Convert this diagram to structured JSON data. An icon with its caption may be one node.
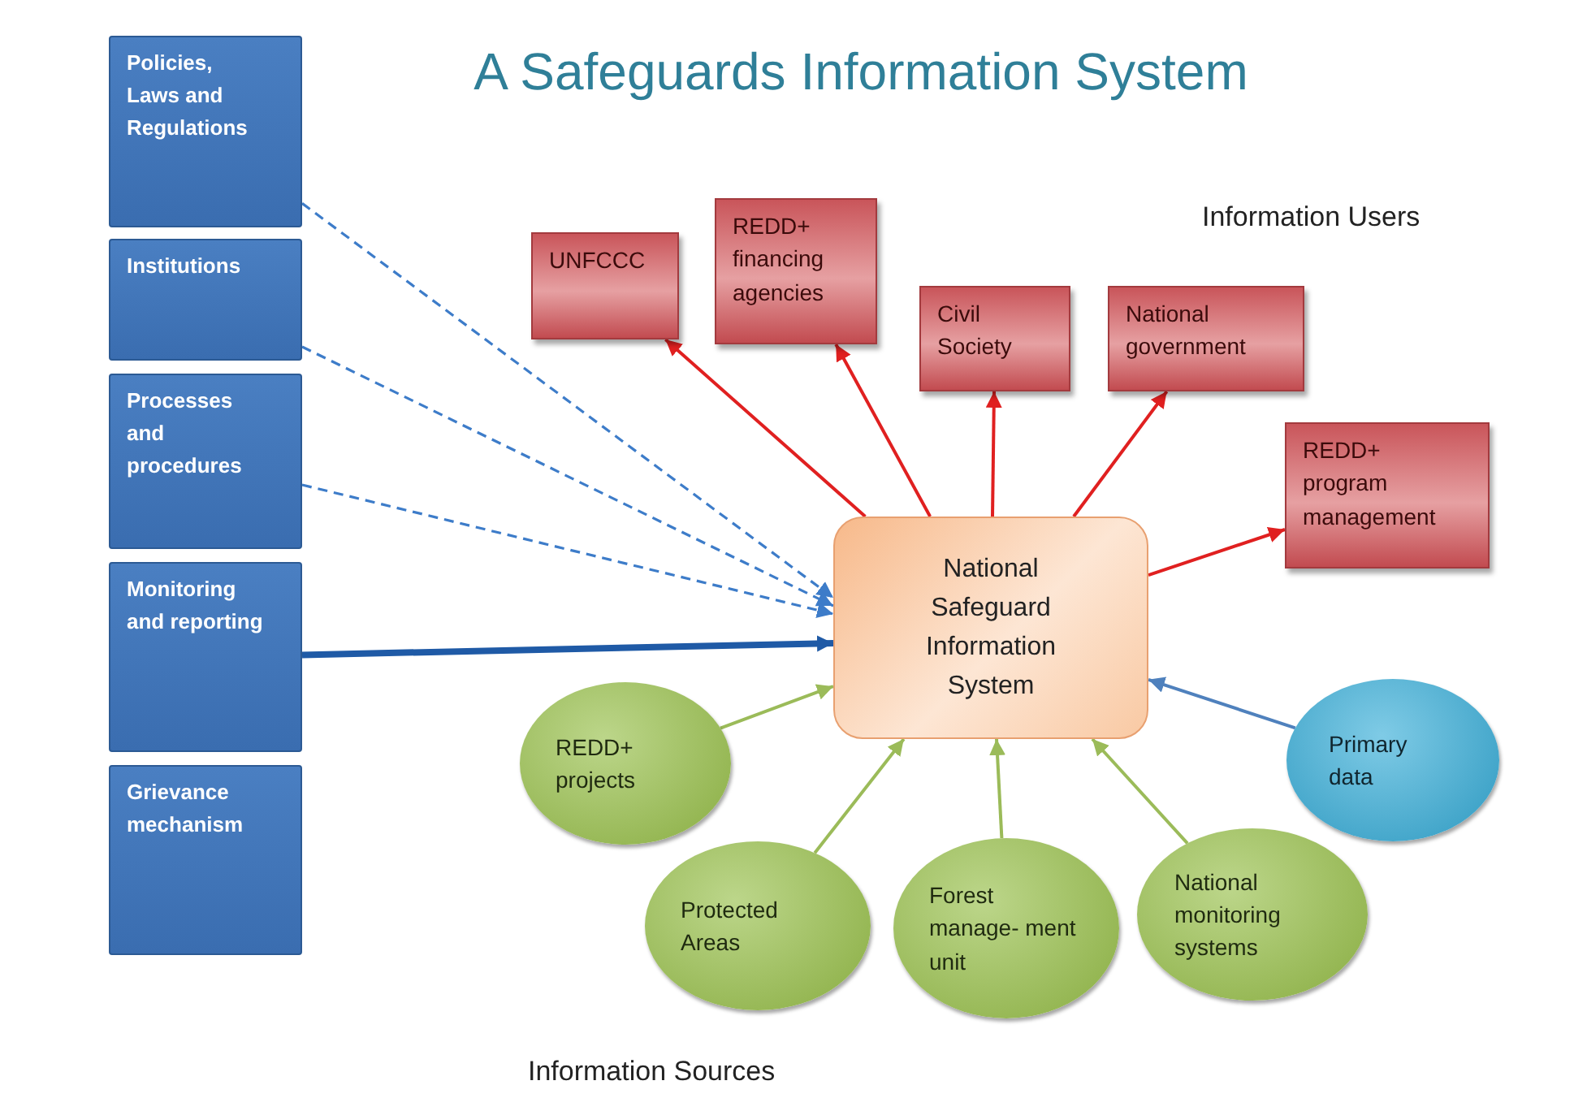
{
  "diagram": {
    "title": "A Safeguards Information System",
    "nodes": [
      {
        "text": [
          "Policies, Laws and Regulations"
        ]
      },
      {
        "text": [
          "Institutions"
        ]
      },
      {
        "text": [
          "Processes and procedures"
        ]
      },
      {
        "text": [
          "Monitoring and reporting"
        ]
      },
      {
        "text": [
          "Grievance mechanism"
        ]
      },
      {
        "text": [
          "National Safeguard Information System"
        ]
      },
      {
        "text": [
          "UNFCCC"
        ]
      },
      {
        "text": [
          "REDD+ financing agencies"
        ]
      },
      {
        "text": [
          "Civil Society"
        ]
      },
      {
        "text": [
          "National government"
        ]
      },
      {
        "text": [
          "REDD+ program management"
        ]
      },
      {
        "text": [
          "REDD+ projects"
        ]
      },
      {
        "text": [
          "Primary data"
        ]
      },
      {
        "text": [
          "Protected Areas"
        ]
      },
      {
        "text": [
          "Forest manage- ment unit"
        ]
      },
      {
        "text": [
          "National monitoring systems"
        ]
      }
    ],
    "edges": [
      {
        "from": 0,
        "to": 5,
        "arrow": "to",
        "style": "dashed",
        "color": "#3d7cc9"
      },
      {
        "from": 1,
        "to": 5,
        "arrow": "to",
        "style": "dashed",
        "color": "#3d7cc9"
      },
      {
        "from": 2,
        "to": 5,
        "arrow": "to",
        "style": "dashed",
        "color": "#3d7cc9"
      },
      {
        "from": 3,
        "to": 5,
        "arrow": "to",
        "style": "thick",
        "color": "#1f5aa6"
      },
      {
        "from": 5,
        "to": 6,
        "arrow": "to",
        "color": "#e02020"
      },
      {
        "from": 5,
        "to": 7,
        "arrow": "to",
        "color": "#e02020"
      },
      {
        "from": 5,
        "to": 8,
        "arrow": "to",
        "color": "#e02020"
      },
      {
        "from": 5,
        "to": 9,
        "arrow": "to",
        "color": "#e02020"
      },
      {
        "from": 5,
        "to": 10,
        "arrow": "to",
        "color": "#e02020"
      },
      {
        "from": 11,
        "to": 5,
        "arrow": "to",
        "color": "#9bbb59"
      },
      {
        "from": 12,
        "to": 5,
        "arrow": "to",
        "color": "#4f81bd"
      },
      {
        "from": 13,
        "to": 5,
        "arrow": "to",
        "color": "#9bbb59"
      },
      {
        "from": 14,
        "to": 5,
        "arrow": "to",
        "color": "#9bbb59"
      },
      {
        "from": 15,
        "to": 5,
        "arrow": "to",
        "color": "#9bbb59"
      }
    ],
    "labels": [
      "Information Users",
      "Information Sources"
    ]
  }
}
